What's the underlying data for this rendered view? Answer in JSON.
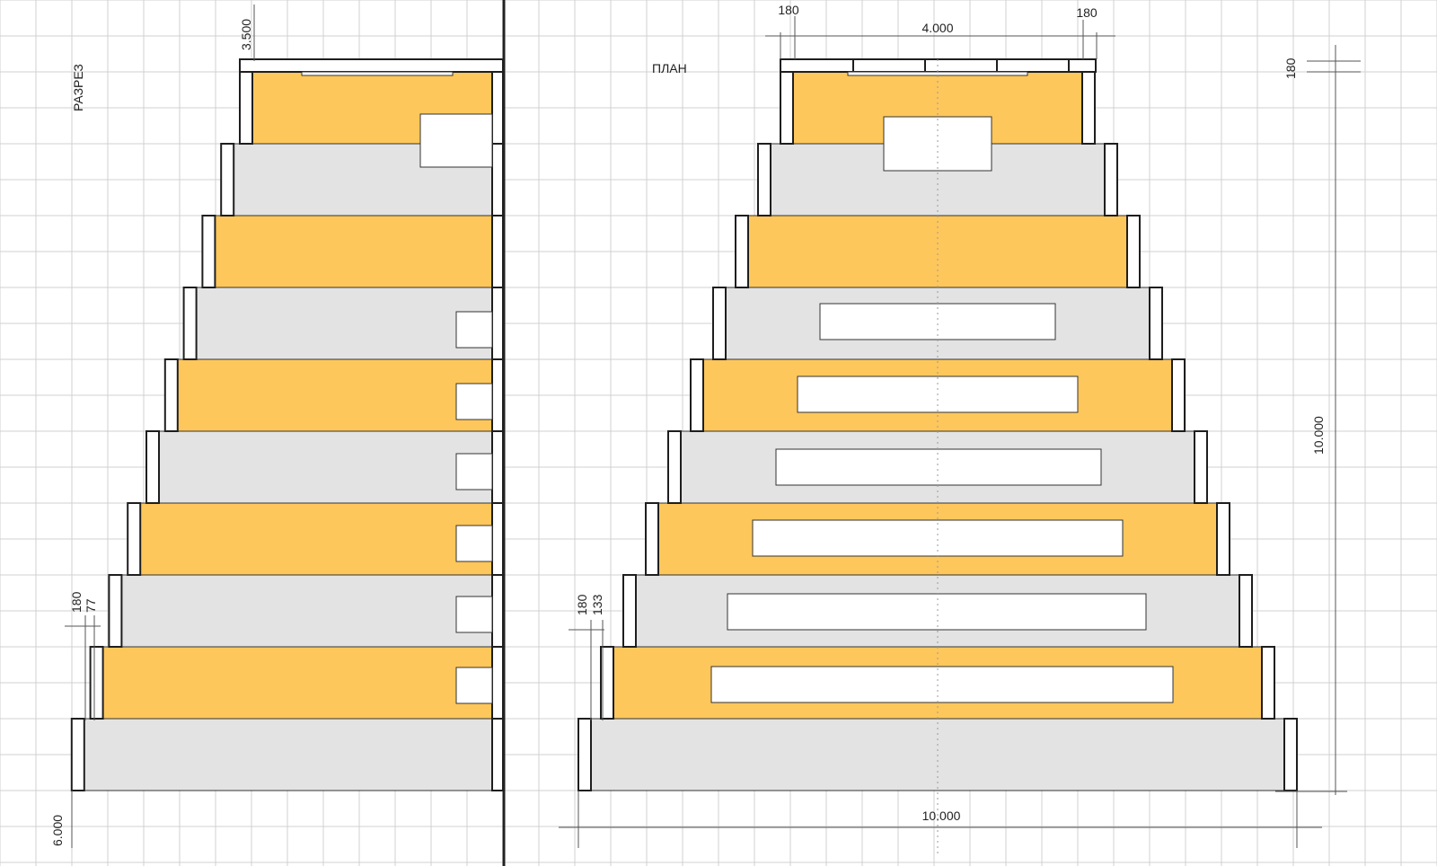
{
  "section": {
    "title": "РАЗРЕЗ",
    "dim_top_height": "3.500",
    "dim_bottom_height": "6.000",
    "dim_post": "180",
    "dim_step": "77"
  },
  "plan": {
    "title": "ПЛАН",
    "dim_top_width": "4.000",
    "dim_top_post_left": "180",
    "dim_top_post_right": "180",
    "dim_right_post": "180",
    "dim_right_height": "10.000",
    "dim_bottom_width": "10.000",
    "dim_post": "180",
    "dim_step": "133"
  },
  "colors": {
    "orange": "#fec75b",
    "grey": "#e3e3e3",
    "grid": "#d0d0d0",
    "outline": "#1e1e1e"
  }
}
